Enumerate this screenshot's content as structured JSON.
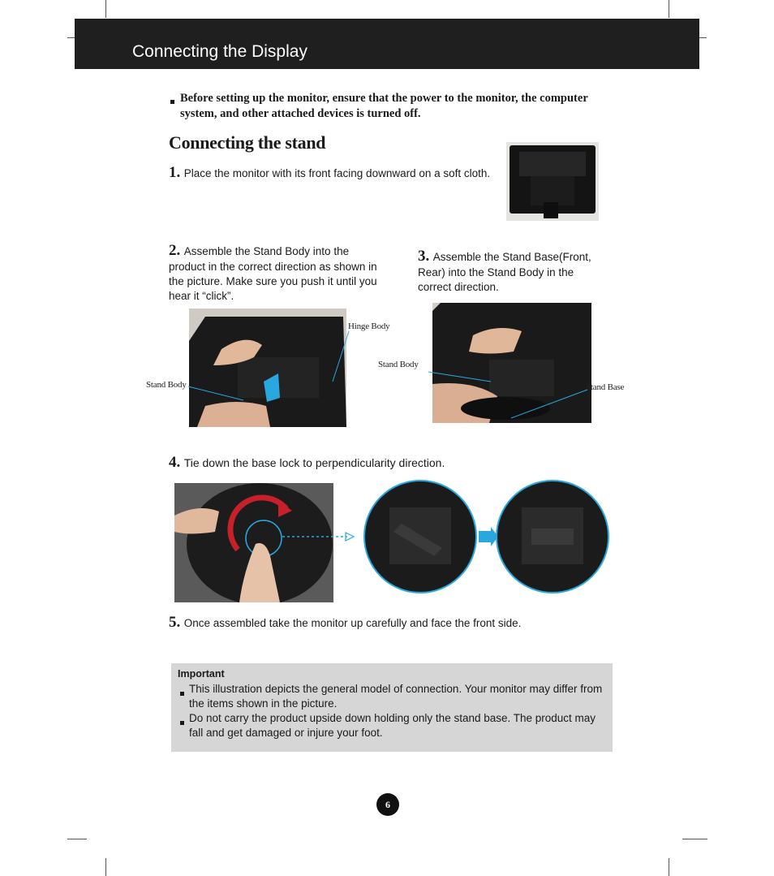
{
  "header": {
    "title": "Connecting the Display"
  },
  "warning": "Before setting up the monitor, ensure that the power to the monitor, the computer system, and other attached devices is turned off.",
  "section_title": "Connecting the stand",
  "steps": [
    {
      "num": "1.",
      "text": "Place the monitor with its front facing downward on a soft cloth."
    },
    {
      "num": "2.",
      "text": "Assemble the Stand Body into the product in the correct direction as shown in the picture. Make sure you push it until you hear it “click”."
    },
    {
      "num": "3.",
      "text": "Assemble the Stand Base(Front, Rear) into the Stand Body in the correct direction."
    },
    {
      "num": "4.",
      "text": "Tie down the base lock to perpendicularity direction."
    },
    {
      "num": "5.",
      "text": "Once assembled take the monitor up carefully and face the front side."
    }
  ],
  "callouts": {
    "hinge_body": "Hinge Body",
    "stand_body_left": "Stand Body",
    "stand_body_right": "Stand Body",
    "stand_base": "Stand Base"
  },
  "important": {
    "title": "Important",
    "items": [
      "This illustration depicts the general model of connection. Your monitor may differ from the items shown in the picture.",
      "Do not carry the product upside down holding only the stand base. The product may fall and get damaged or injure your foot."
    ]
  },
  "page_number": "6",
  "colors": {
    "header_bg": "#1f1f1f",
    "important_bg": "#d6d6d6",
    "accent_blue": "#29a8e0",
    "arrow_red": "#c8202a"
  }
}
